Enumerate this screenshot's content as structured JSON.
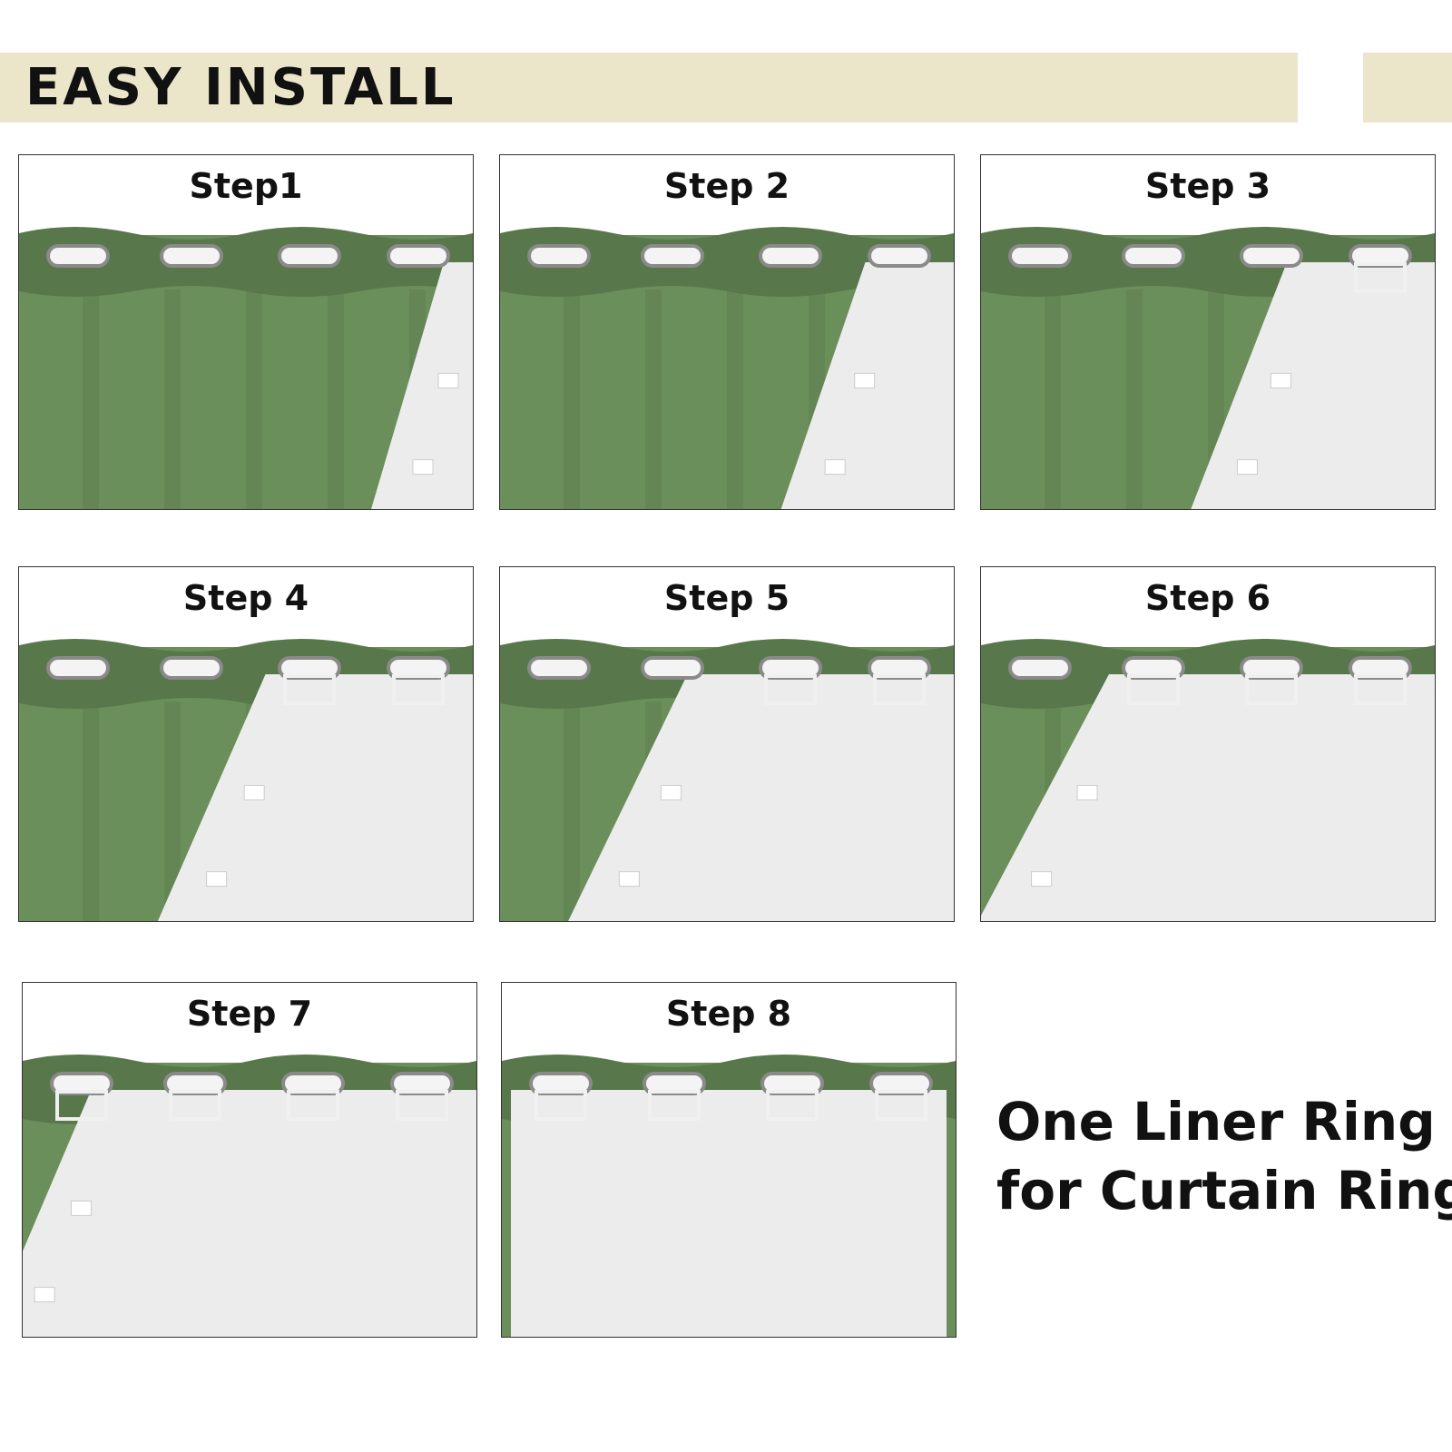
{
  "header": {
    "title": "EASY INSTALL"
  },
  "steps": [
    {
      "label": "Step1",
      "progress": 0.0
    },
    {
      "label": "Step 2",
      "progress": 0.143
    },
    {
      "label": "Step 3",
      "progress": 0.286
    },
    {
      "label": "Step 4",
      "progress": 0.429
    },
    {
      "label": "Step 5",
      "progress": 0.571
    },
    {
      "label": "Step 6",
      "progress": 0.714
    },
    {
      "label": "Step 7",
      "progress": 0.857
    },
    {
      "label": "Step 8",
      "progress": 1.0
    }
  ],
  "caption": {
    "line1": "One Liner Ring",
    "line2": "for Curtain Ring"
  },
  "colors": {
    "banner": "#ebe5c9",
    "curtain_green": "#6b8f5a",
    "curtain_header": "#58774a",
    "liner_white": "#ececec",
    "ring": "#cfcfcf",
    "rod": "#f4f4f4"
  }
}
